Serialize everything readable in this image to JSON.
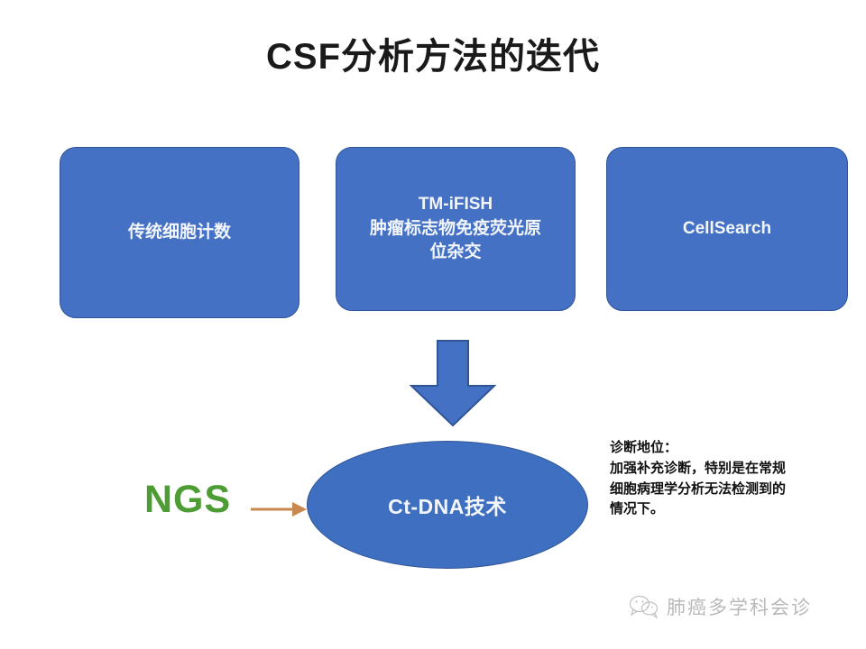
{
  "slide": {
    "title": "CSF分析方法的迭代",
    "background_color": "#FFFFFF"
  },
  "process_boxes": [
    {
      "id": "traditional-cell-count",
      "lines": [
        "传统细胞计数"
      ],
      "fill_color": "#4571C4",
      "text_color": "#F2F5FA"
    },
    {
      "id": "tm-ifish",
      "lines": [
        "TM-iFISH",
        "肿瘤标志物免疫荧光原",
        "位杂交"
      ],
      "fill_color": "#4571C4",
      "text_color": "#F2F5FA"
    },
    {
      "id": "cellsearch",
      "lines": [
        "CellSearch"
      ],
      "fill_color": "#4571C4",
      "text_color": "#F2F5FA"
    }
  ],
  "down_arrow": {
    "fill_color": "#4571C4",
    "border_color": "#2F5597"
  },
  "ngs": {
    "label": "NGS",
    "color": "#4E9C34"
  },
  "ngs_arrow": {
    "color": "#C8884E"
  },
  "ellipse": {
    "label": "Ct-DNA技术",
    "fill_color": "#3F6FC0",
    "text_color": "#F3F6FB"
  },
  "annotation": {
    "lines": [
      "诊断地位：",
      "加强补充诊断，特别是在常规",
      "细胞病理学分析无法检测到的",
      "情况下。"
    ]
  },
  "watermark": {
    "icon": "wechat-icon",
    "text": "肺癌多学科会诊"
  }
}
